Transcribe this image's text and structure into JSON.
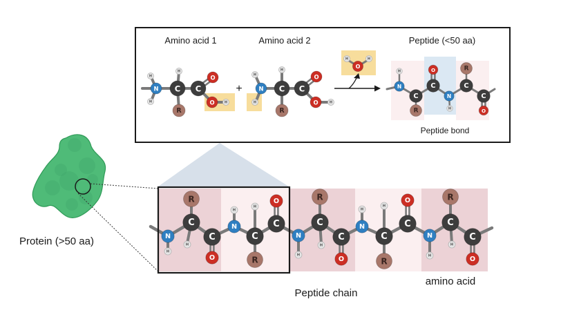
{
  "labels": {
    "amino_acid_1": "Amino acid 1",
    "amino_acid_2": "Amino acid 2",
    "peptide_short": "Peptide (<50 aa)",
    "peptide_bond": "Peptide bond",
    "protein": "Protein (>50 aa)",
    "peptide_chain": "Peptide chain",
    "amino_acid": "amino acid",
    "plus": "+"
  },
  "atoms": {
    "carbon": "C",
    "nitrogen": "N",
    "oxygen": "O",
    "hydrogen": "H",
    "rgroup": "R"
  },
  "colors": {
    "carbon": "#3d3d3d",
    "nitrogen": "#2f7fc1",
    "oxygen": "#cc2e24",
    "hydrogen": "#e6e6e6",
    "rgroup": "#a8776a",
    "bond": "#7a7a7a",
    "water_highlight": "#f7dd9c",
    "peptide_bond_highlight": "#dbe8f3",
    "residue_shade": "#ecd2d6",
    "residue_light": "#fbeff0",
    "protein": "#4fbb78",
    "protein_edge": "#2f9a57",
    "wedge": "#c9d6e3"
  }
}
